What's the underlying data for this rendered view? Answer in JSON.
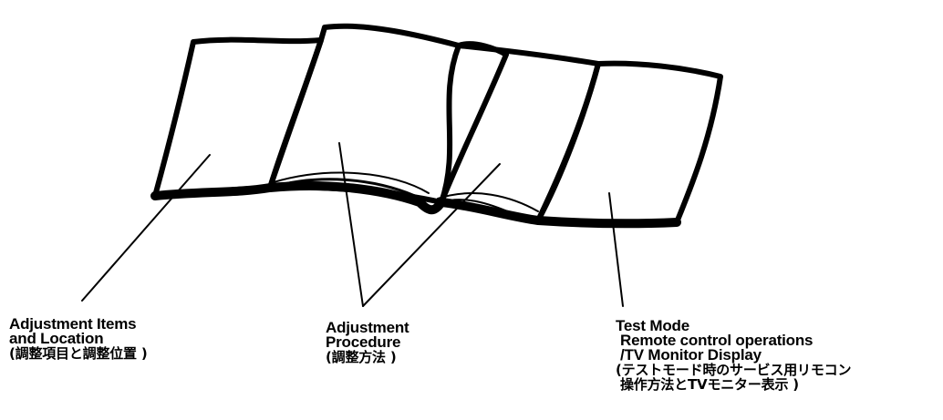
{
  "callouts": {
    "items_location": {
      "line1": "Adjustment Items",
      "line2": "and Location",
      "line3": "(調整項目と調整位置 )"
    },
    "procedure": {
      "line1": "Adjustment",
      "line2": "Procedure",
      "line3": "(調整方法 )"
    },
    "test_mode": {
      "line1": "Test Mode",
      "line2": "Remote control operations",
      "line3": "/TV Monitor Display",
      "line4": "(テストモード時のサービス用リモコン",
      "line5": "操作方法とTVモニター表示 )"
    }
  }
}
